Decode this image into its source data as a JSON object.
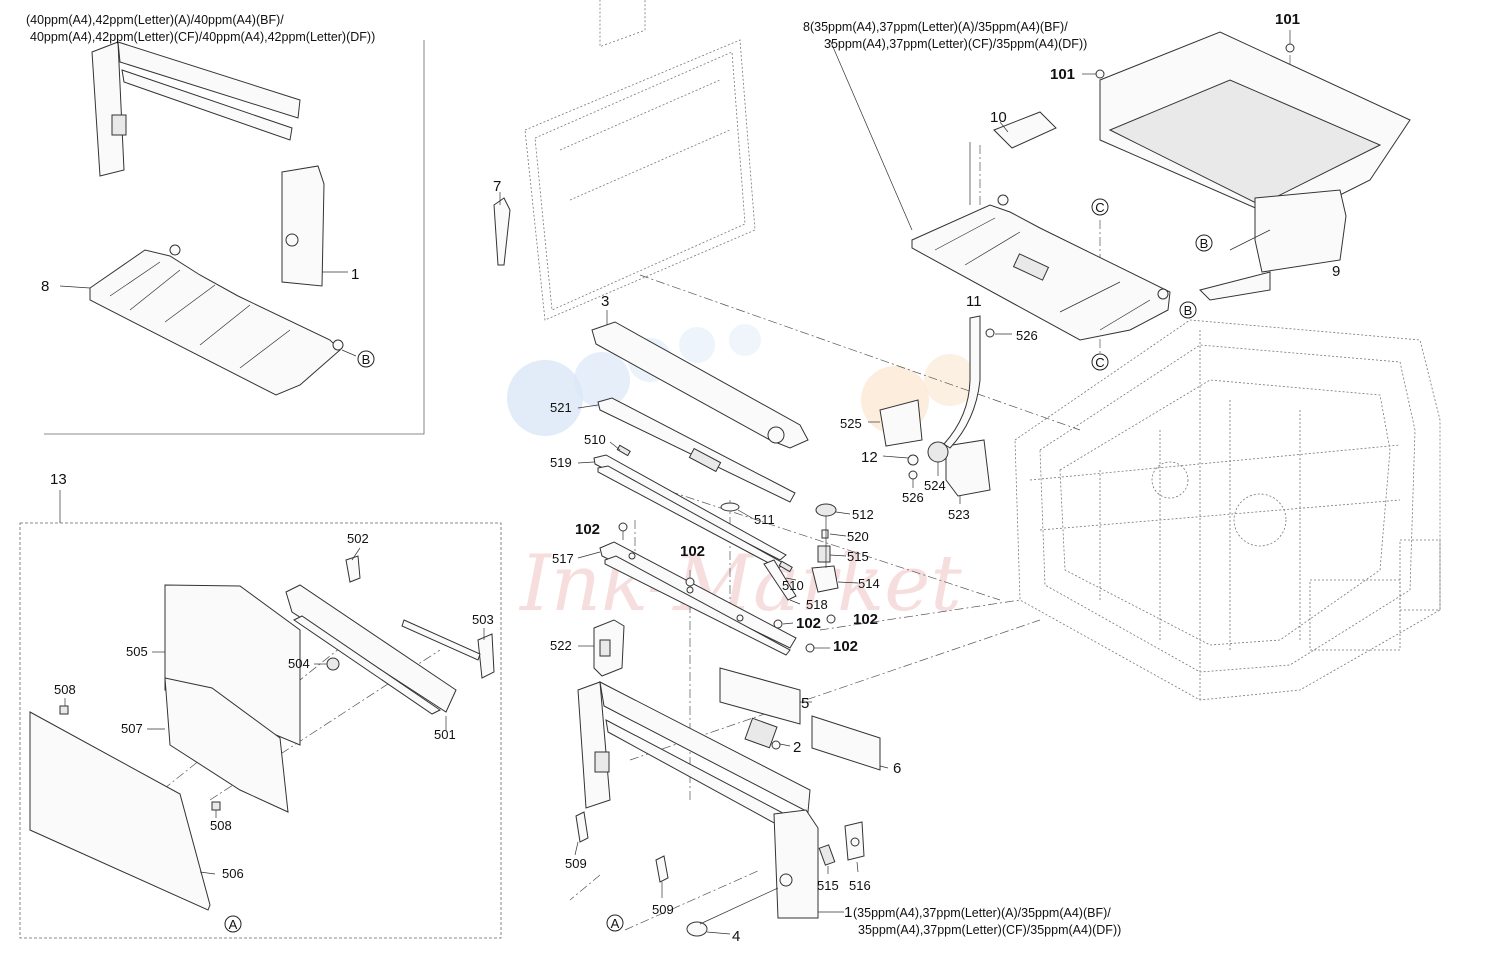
{
  "notes": {
    "top_left_line1": "(40ppm(A4),42ppm(Letter)(A)/40ppm(A4)(BF)/",
    "top_left_line2": "40ppm(A4),42ppm(Letter)(CF)/40ppm(A4),42ppm(Letter)(DF))",
    "top_right_line1": "8(35ppm(A4),37ppm(Letter)(A)/35ppm(A4)(BF)/",
    "top_right_line2": "35ppm(A4),37ppm(Letter)(CF)/35ppm(A4)(DF))",
    "bottom_line1": "(35ppm(A4),37ppm(Letter)(A)/35ppm(A4)(BF)/",
    "bottom_line2": "35ppm(A4),37ppm(Letter)(CF)/35ppm(A4)(DF))"
  },
  "watermark": "Ink-Market",
  "refs": {
    "A": "A",
    "B": "B",
    "C": "C"
  },
  "parts": {
    "p1": "1",
    "p2": "2",
    "p3": "3",
    "p4": "4",
    "p5": "5",
    "p6": "6",
    "p7": "7",
    "p8": "8",
    "p9": "9",
    "p10": "10",
    "p11": "11",
    "p12": "12",
    "p13": "13",
    "p101": "101",
    "p102": "102",
    "p501": "501",
    "p502": "502",
    "p503": "503",
    "p504": "504",
    "p505": "505",
    "p506": "506",
    "p507": "507",
    "p508": "508",
    "p509": "509",
    "p510": "510",
    "p511": "511",
    "p512": "512",
    "p514": "514",
    "p515": "515",
    "p516": "516",
    "p517": "517",
    "p518": "518",
    "p519": "519",
    "p520": "520",
    "p521": "521",
    "p522": "522",
    "p523": "523",
    "p524": "524",
    "p525": "525",
    "p526": "526"
  }
}
